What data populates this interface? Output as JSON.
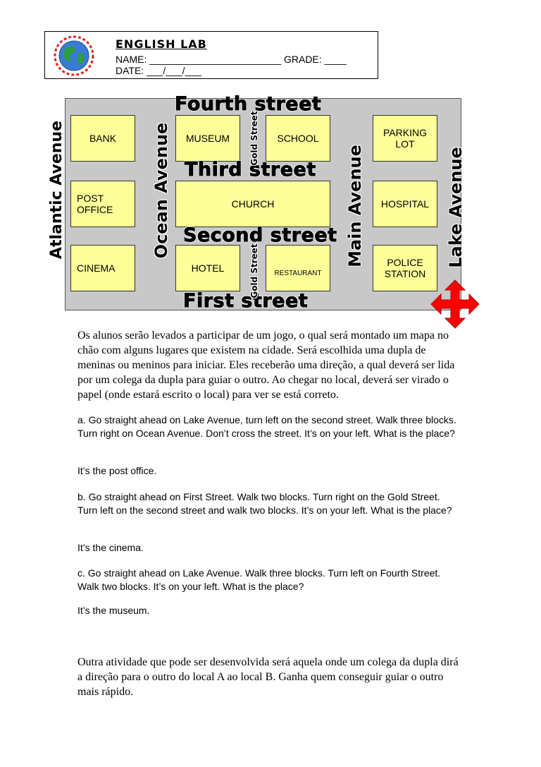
{
  "header": {
    "title": "ENGLISH LAB",
    "name_line": "NAME: ________________________ GRADE: ____",
    "date_line": "DATE: ___/___/___"
  },
  "map": {
    "streets": {
      "fourth": "Fourth street",
      "third": "Third street",
      "second": "Second street",
      "first": "First street",
      "atlantic": "Atlantic Avenue",
      "ocean": "Ocean Avenue",
      "main": "Main Avenue",
      "lake": "Lake Avenue",
      "gold_top": "Gold Street",
      "gold_bottom": "Gold Street"
    },
    "places": {
      "bank": "BANK",
      "museum": "MUSEUM",
      "school": "SCHOOL",
      "parking_line1": "PARKING",
      "parking_line2": "LOT",
      "post_line1": "POST",
      "post_line2": "OFFICE",
      "church": "CHURCH",
      "hospital": "HOSPITAL",
      "cinema": "CINEMA",
      "hotel": "HOTEL",
      "restaurant": "RESTAURANT",
      "police_line1": "POLICE",
      "police_line2": "STATION"
    },
    "colors": {
      "block": "#ffff99",
      "road": "#c8c8c8",
      "arrow": "#ff0000"
    }
  },
  "intro": "Os alunos serão levados a participar de um jogo, o qual será montado um mapa no chão com alguns lugares que existem na cidade. Será escolhida uma dupla de meninas ou meninos para iniciar. Eles receberão uma direção, a qual deverá ser lida por um colega da dupla para guiar o outro. Ao chegar no local, deverá ser virado o papel (onde estará escrito o local) para ver se está correto.",
  "exercises": [
    {
      "question": "a. Go straight ahead on Lake Avenue, turn left on the second street. Walk three blocks. Turn right on Ocean Avenue. Don’t cross the street. It’s on your left. What is the place?",
      "answer": "It’s the post office."
    },
    {
      "question": "b. Go straight ahead on First Street. Walk two blocks. Turn right on the Gold Street. Turn left on the second street and walk two blocks. It’s on your left. What is the place?",
      "answer": "It’s the cinema."
    },
    {
      "question": "c. Go straight ahead on Lake Avenue. Walk three blocks. Turn left on Fourth Street. Walk two blocks. It’s on your left. What is the place?",
      "answer": "It’s the museum."
    }
  ],
  "outro": " Outra atividade que pode ser desenvolvida será aquela onde um colega da dupla dirá a direção para o outro do local A ao local B. Ganha quem conseguir guiar o outro mais rápido."
}
